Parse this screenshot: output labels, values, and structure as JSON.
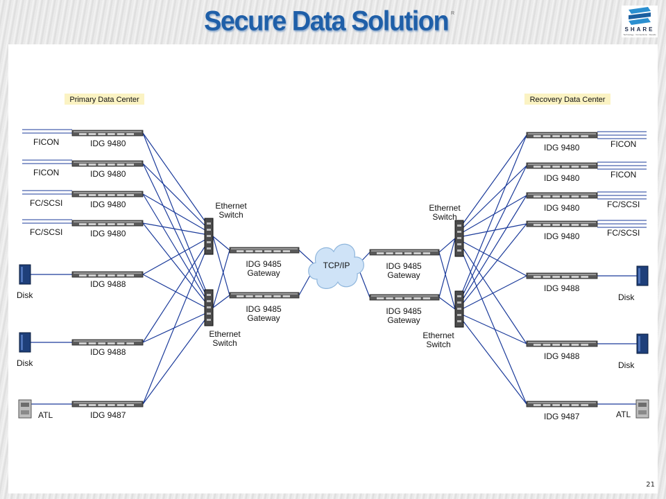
{
  "title": "Secure Data Solution",
  "registered_mark": "R",
  "logo": {
    "word": "SHARE",
    "tagline": "Technology · Connections · Results"
  },
  "page_number": "21",
  "colors": {
    "title": "#1f5fa8",
    "link": "#1a3a9a",
    "dc_label_bg": "#fbf3c3",
    "cloud": "#cfe3f7"
  },
  "primary": {
    "label": "Primary Data Center",
    "devices": [
      {
        "name": "IDG 9480",
        "protocol": "FICON",
        "source": "line"
      },
      {
        "name": "IDG 9480",
        "protocol": "FICON",
        "source": "line"
      },
      {
        "name": "IDG 9480",
        "protocol": "FC/SCSI",
        "source": "line"
      },
      {
        "name": "IDG 9480",
        "protocol": "FC/SCSI",
        "source": "line"
      },
      {
        "name": "IDG 9488",
        "protocol": "Disk",
        "source": "disk"
      },
      {
        "name": "IDG 9488",
        "protocol": "Disk",
        "source": "disk"
      },
      {
        "name": "IDG 9487",
        "protocol": "ATL",
        "source": "atl"
      }
    ],
    "switches": [
      "Ethernet\nSwitch",
      "Ethernet\nSwitch"
    ],
    "gateways": [
      "IDG 9485\nGateway",
      "IDG 9485\nGateway"
    ]
  },
  "recovery": {
    "label": "Recovery Data Center",
    "devices": [
      {
        "name": "IDG 9480",
        "protocol": "FICON",
        "source": "line"
      },
      {
        "name": "IDG 9480",
        "protocol": "FICON",
        "source": "line"
      },
      {
        "name": "IDG 9480",
        "protocol": "FC/SCSI",
        "source": "line"
      },
      {
        "name": "IDG 9480",
        "protocol": "FC/SCSI",
        "source": "line"
      },
      {
        "name": "IDG 9488",
        "protocol": "Disk",
        "source": "disk"
      },
      {
        "name": "IDG 9488",
        "protocol": "Disk",
        "source": "disk"
      },
      {
        "name": "IDG 9487",
        "protocol": "ATL",
        "source": "atl"
      }
    ],
    "switches": [
      "Ethernet\nSwitch",
      "Ethernet\nSwitch"
    ],
    "gateways": [
      "IDG 9485\nGateway",
      "IDG 9485\nGateway"
    ]
  },
  "network": {
    "label": "TCP/IP"
  }
}
